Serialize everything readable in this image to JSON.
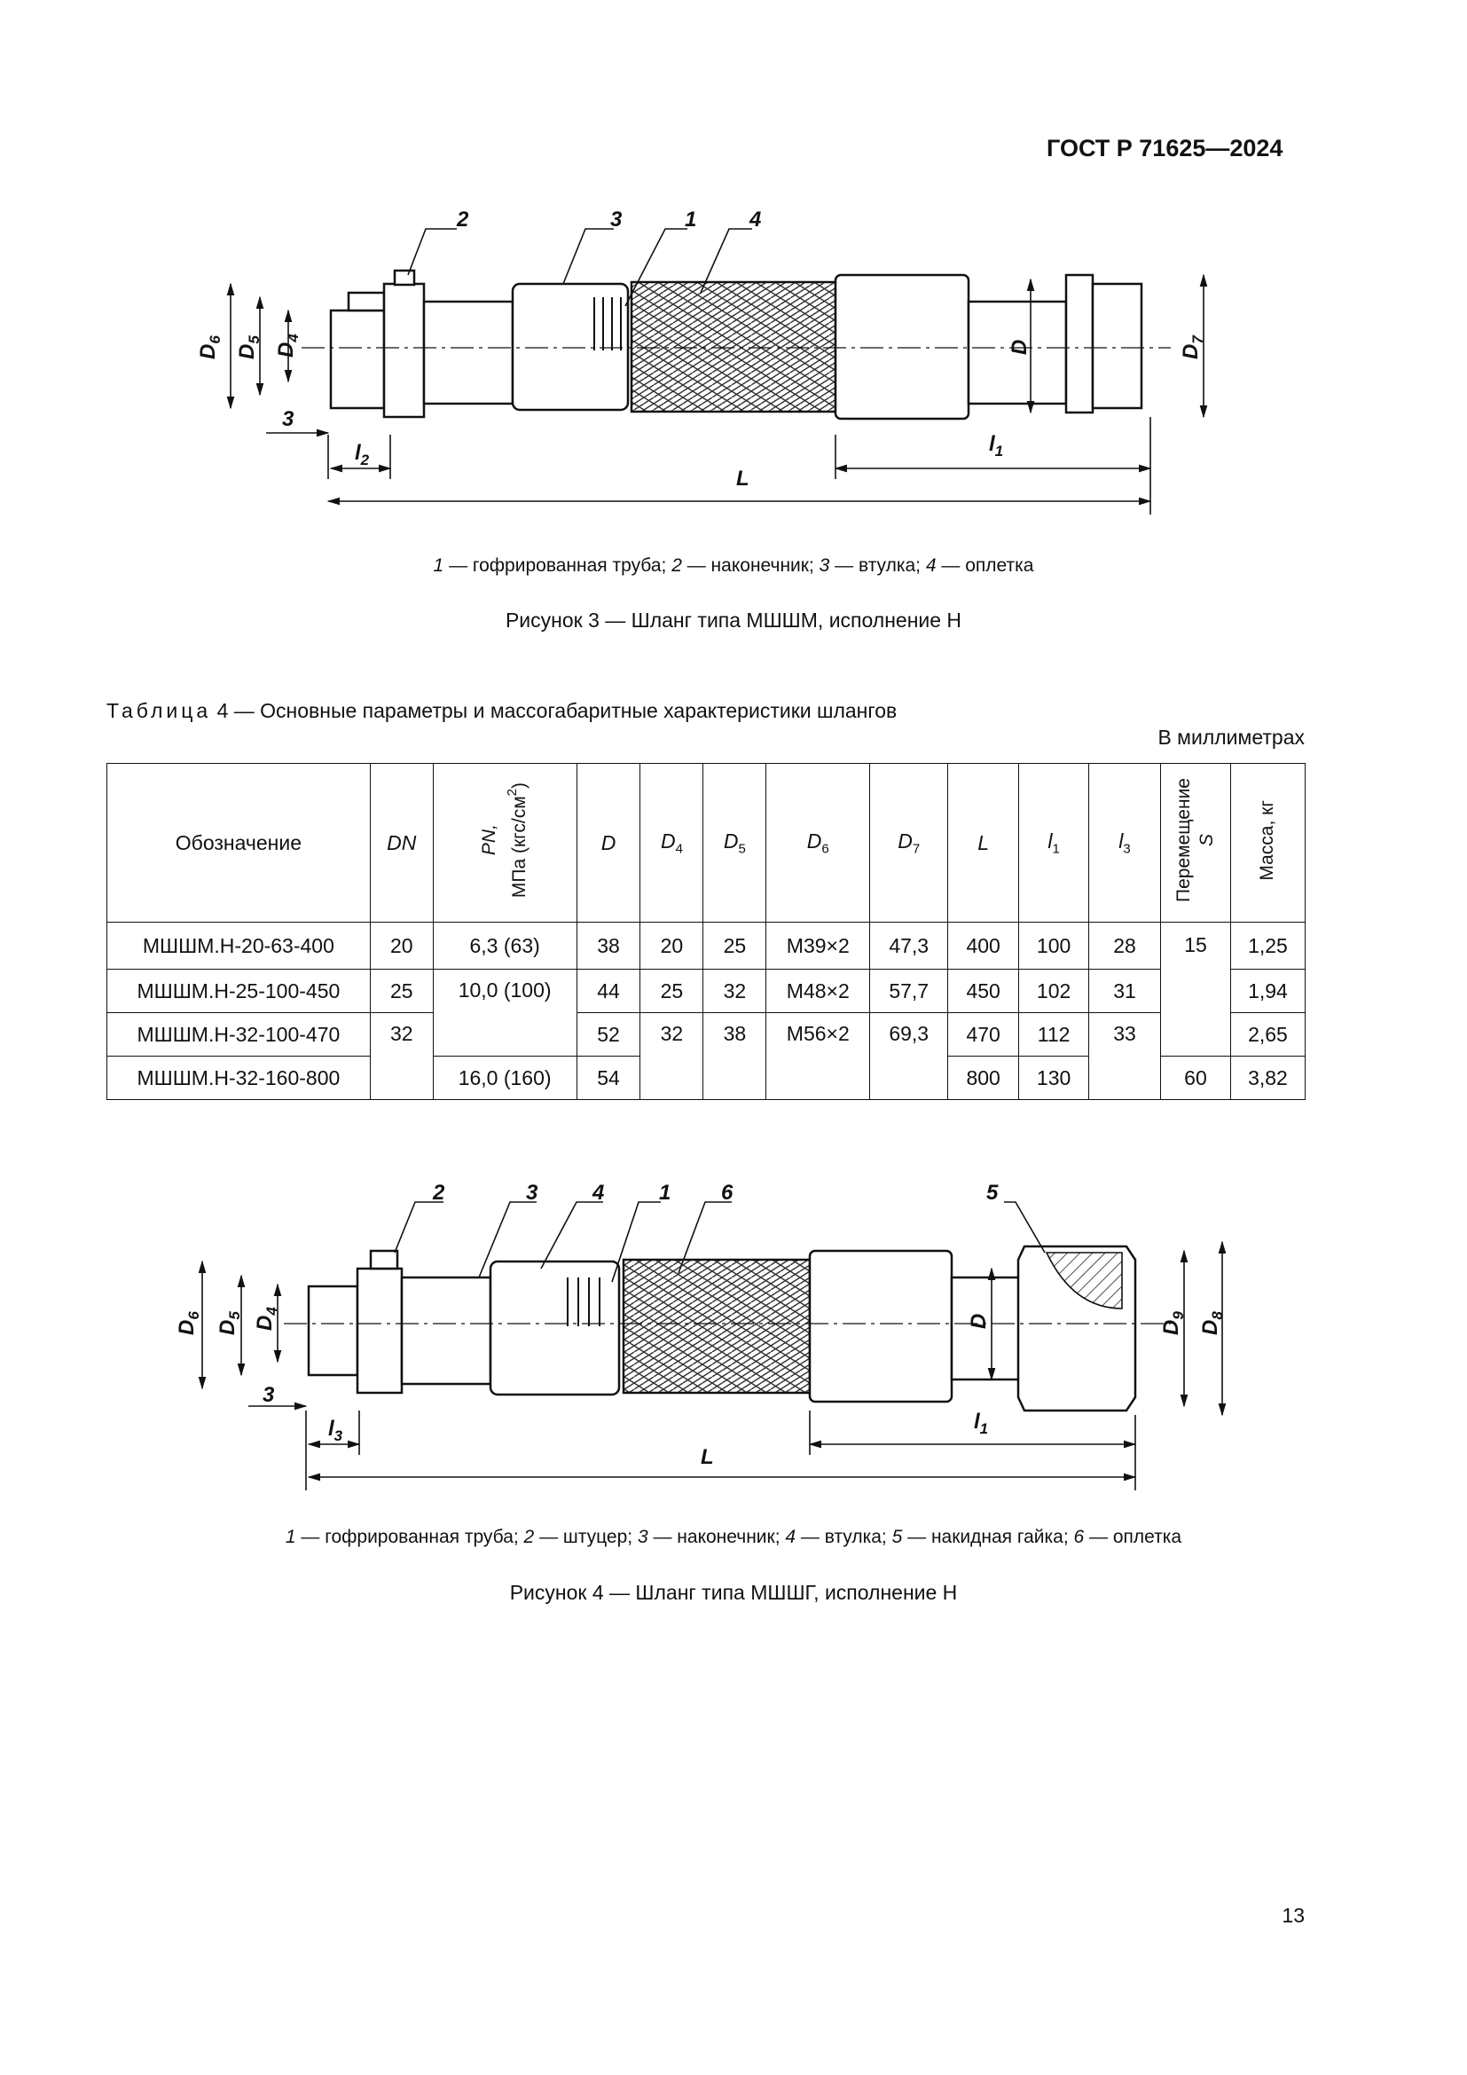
{
  "header": {
    "standard": "ГОСТ Р 71625—2024"
  },
  "figure3": {
    "labels": {
      "callout_1": "1",
      "callout_2": "2",
      "callout_3": "3",
      "callout_4": "4",
      "dim_D6": "D",
      "dim_D6_sub": "6",
      "dim_D5": "D",
      "dim_D5_sub": "5",
      "dim_D4": "D",
      "dim_D4_sub": "4",
      "dim_D": "D",
      "dim_D7": "D",
      "dim_D7_sub": "7",
      "dim_3": "3",
      "dim_l2": "l",
      "dim_l2_sub": "2",
      "dim_l1": "l",
      "dim_l1_sub": "1",
      "dim_L": "L"
    },
    "legend": [
      {
        "num": "1",
        "text": " — гофрированная труба; "
      },
      {
        "num": "2",
        "text": " — наконечник; "
      },
      {
        "num": "3",
        "text": " — втулка; "
      },
      {
        "num": "4",
        "text": " — оплетка"
      }
    ],
    "caption": "Рисунок 3 — Шланг типа МШШМ, исполнение Н"
  },
  "table4": {
    "caption_prefix": "Таблица",
    "caption_rest": " 4 — Основные параметры и массогабаритные характеристики шлангов",
    "units": "В миллиметрах",
    "headers": {
      "designation": "Обозначение",
      "dn": "DN",
      "pn_1": "PN,",
      "pn_2": "МПа (кгс/см",
      "pn_sup": "2",
      "pn_3": ")",
      "d": "D",
      "d4": "D",
      "d4_sub": "4",
      "d5": "D",
      "d5_sub": "5",
      "d6": "D",
      "d6_sub": "6",
      "d7": "D",
      "d7_sub": "7",
      "L": "L",
      "l1": "l",
      "l1_sub": "1",
      "l3": "l",
      "l3_sub": "3",
      "s_1": "Перемещение",
      "s_2": "S",
      "mass": "Масса, кг"
    },
    "rows": [
      {
        "designation": "МШШМ.Н-20-63-400",
        "dn": "20",
        "pn": "6,3 (63)",
        "d": "38",
        "d4": "20",
        "d5": "25",
        "d6": "М39×2",
        "d7": "47,3",
        "L": "400",
        "l1": "100",
        "l3": "28",
        "s": "15",
        "mass": "1,25"
      },
      {
        "designation": "МШШМ.Н-25-100-450",
        "dn": "25",
        "pn": "10,0 (100)",
        "d": "44",
        "d4": "25",
        "d5": "32",
        "d6": "М48×2",
        "d7": "57,7",
        "L": "450",
        "l1": "102",
        "l3": "31",
        "mass": "1,94"
      },
      {
        "designation": "МШШМ.Н-32-100-470",
        "dn": "32",
        "d": "52",
        "d4": "32",
        "d5": "38",
        "d6": "М56×2",
        "d7": "69,3",
        "L": "470",
        "l1": "112",
        "l3": "33",
        "mass": "2,65"
      },
      {
        "designation": "МШШМ.Н-32-160-800",
        "pn": "16,0 (160)",
        "d": "54",
        "L": "800",
        "l1": "130",
        "s": "60",
        "mass": "3,82"
      }
    ]
  },
  "figure4": {
    "labels": {
      "callout_1": "1",
      "callout_2": "2",
      "callout_3": "3",
      "callout_4": "4",
      "callout_5": "5",
      "callout_6": "6",
      "dim_D6": "D",
      "dim_D6_sub": "6",
      "dim_D5": "D",
      "dim_D5_sub": "5",
      "dim_D4": "D",
      "dim_D4_sub": "4",
      "dim_D": "D",
      "dim_D9": "D",
      "dim_D9_sub": "9",
      "dim_D8": "D",
      "dim_D8_sub": "8",
      "dim_3": "3",
      "dim_l3": "l",
      "dim_l3_sub": "3",
      "dim_l1": "l",
      "dim_l1_sub": "1",
      "dim_L": "L"
    },
    "legend": [
      {
        "num": "1",
        "text": " — гофрированная труба; "
      },
      {
        "num": "2",
        "text": " — штуцер; "
      },
      {
        "num": "3",
        "text": " — наконечник; "
      },
      {
        "num": "4",
        "text": " — втулка; "
      },
      {
        "num": "5",
        "text": " — накидная гайка; "
      },
      {
        "num": "6",
        "text": " — оплетка"
      }
    ],
    "caption": "Рисунок 4 — Шланг типа МШШГ, исполнение Н"
  },
  "footer": {
    "page_number": "13"
  }
}
